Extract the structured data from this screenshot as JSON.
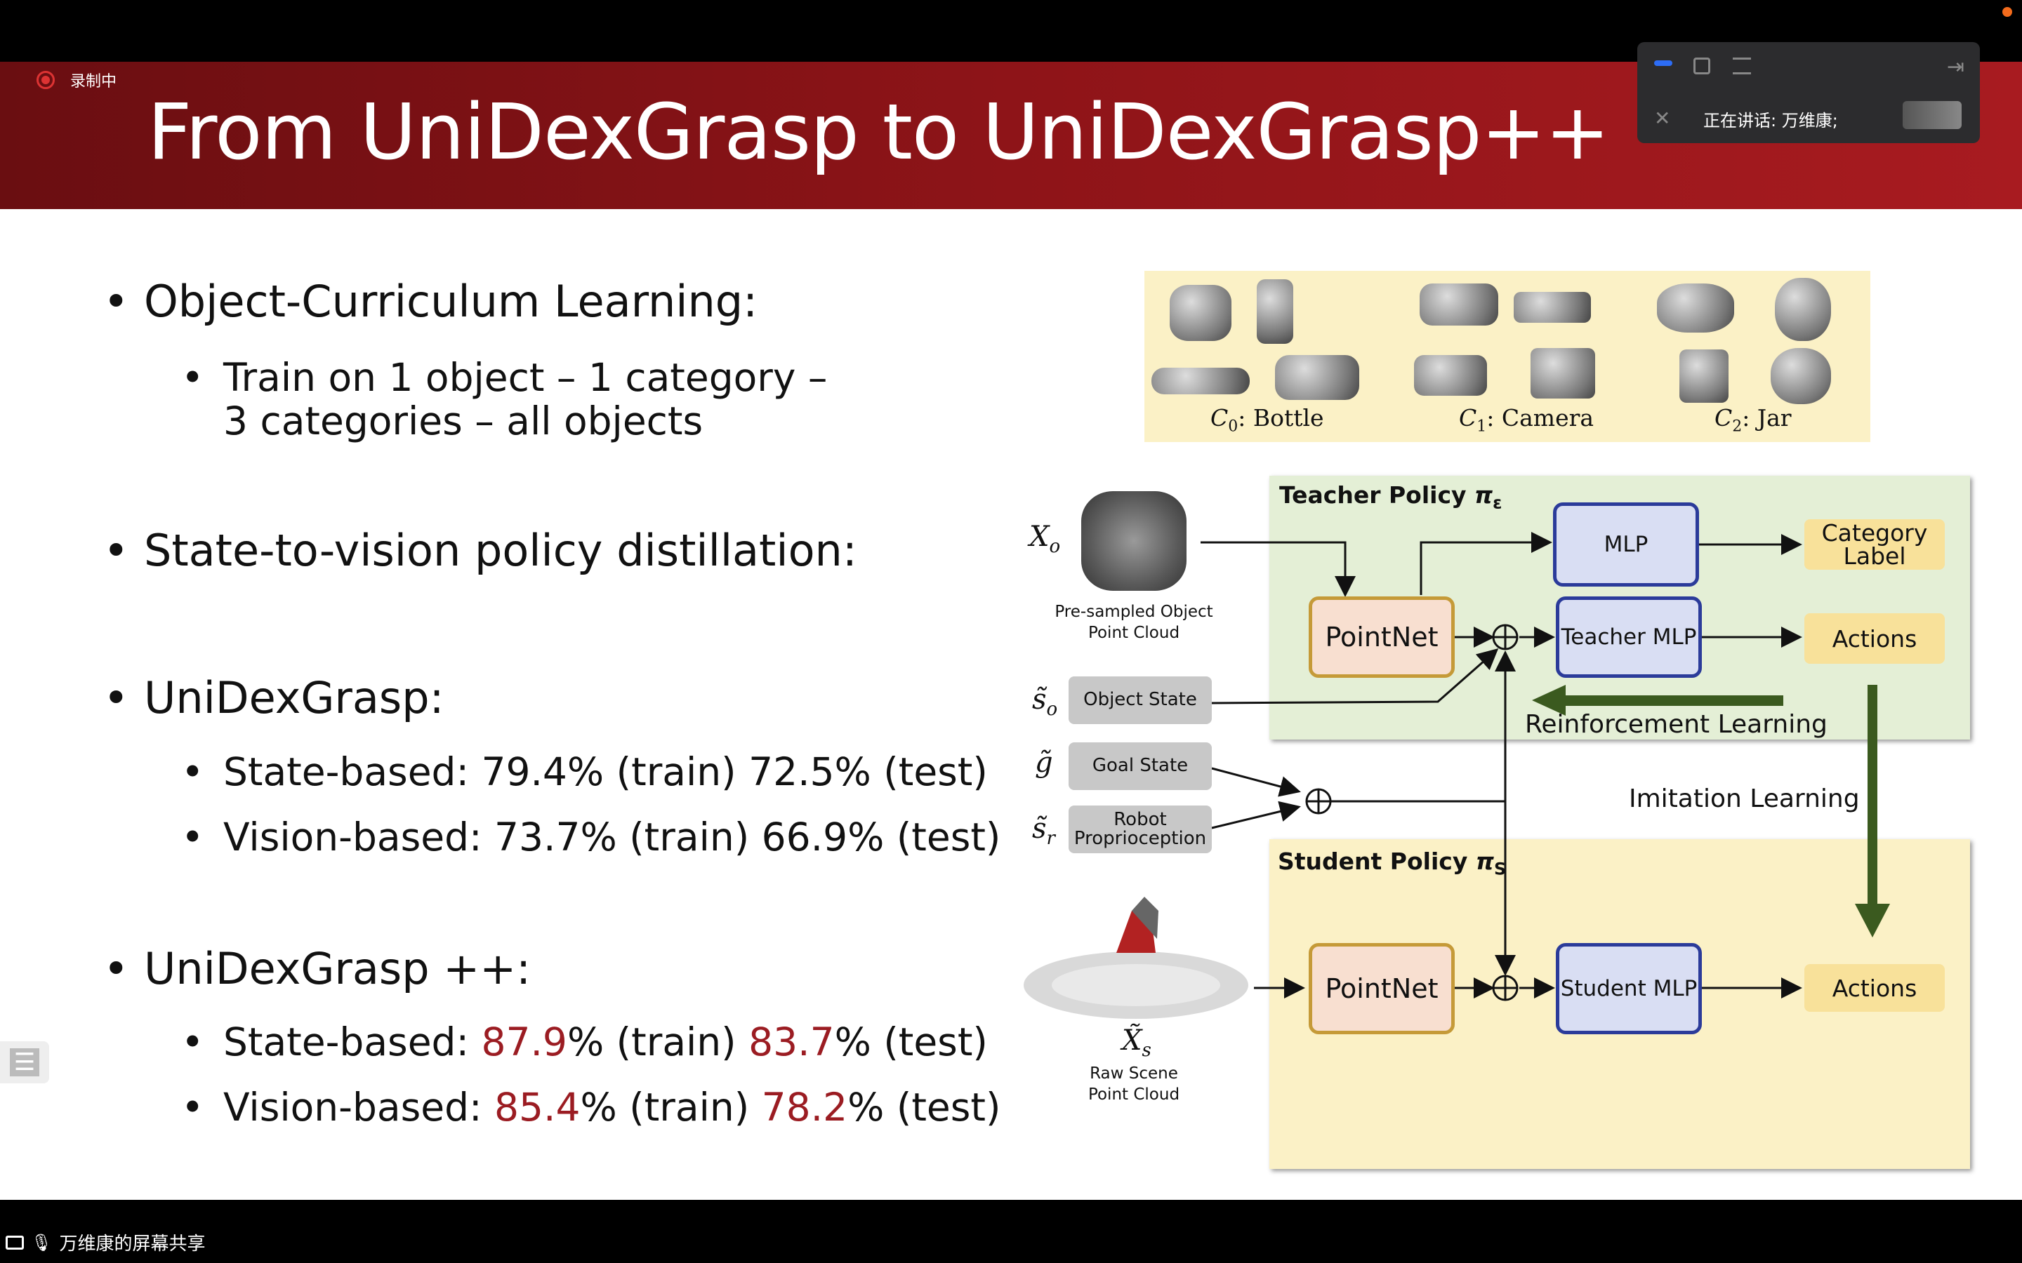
{
  "recording": {
    "label": "录制中"
  },
  "slide": {
    "title": "From UniDexGrasp to UniDexGrasp++",
    "bullets": [
      {
        "text": "Object-Curriculum Learning:",
        "sub": [
          "Train on 1 object – 1 category –",
          "3 categories  – all objects"
        ]
      },
      {
        "text": "State-to-vision policy distillation:"
      },
      {
        "text": "UniDexGrasp:",
        "sub": [
          "State-based: 79.4% (train) 72.5% (test)",
          "Vision-based: 73.7% (train) 66.9% (test)"
        ]
      },
      {
        "text": "UniDexGrasp ++:",
        "state": {
          "prefix": "State-based: ",
          "v1": "87.9",
          "mid": "% (train) ",
          "v2": "83.7",
          "suffix": "% (test)"
        },
        "vision": {
          "prefix": "Vision-based: ",
          "v1": "85.4",
          "mid": "% (train) ",
          "v2": "78.2",
          "suffix": "% (test)"
        }
      }
    ]
  },
  "categories": {
    "c0": {
      "sym": "C",
      "sub": "0",
      "name": ": Bottle"
    },
    "c1": {
      "sym": "C",
      "sub": "1",
      "name": ": Camera"
    },
    "c2": {
      "sym": "C",
      "sub": "2",
      "name": ": Jar"
    }
  },
  "diagram": {
    "teacher_title": "Teacher Policy ",
    "teacher_sym": "π",
    "teacher_sub": "ε",
    "student_title": "Student Policy ",
    "student_sym": "π",
    "student_sub": "S",
    "mlp": "MLP",
    "pointnet": "PointNet",
    "teacher_mlp": "Teacher MLP",
    "student_mlp": "Student MLP",
    "category_label": "Category Label",
    "actions": "Actions",
    "object_state": "Object State",
    "goal_state": "Goal State",
    "robot_proprio": "Robot Proprioception",
    "reinforcement": "Reinforcement Learning",
    "imitation": "Imitation Learning",
    "pre_sampled": "Pre-sampled Object Point Cloud",
    "raw_scene": "Raw Scene Point Cloud",
    "x_o": "X",
    "x_o_sub": "o",
    "s_o": "s̃",
    "s_o_sub": "o",
    "g": "g̃",
    "s_r": "s̃",
    "s_r_sub": "r",
    "x_s": "X̃",
    "x_s_sub": "s"
  },
  "zoom": {
    "speaking": "正在讲话: 万维康;"
  },
  "share": {
    "label": "万维康的屏幕共享"
  },
  "colors": {
    "header": "#8e1418",
    "highlight": "#9b1c22",
    "teacher_bg": "#e4efd6",
    "student_bg": "#fbf1c6",
    "arrow_green": "#3b5a1f"
  }
}
